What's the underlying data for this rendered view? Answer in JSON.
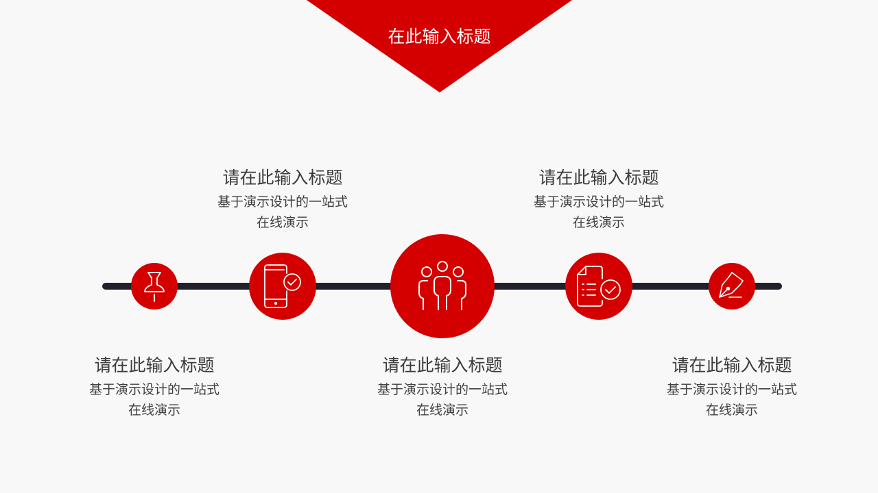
{
  "slide": {
    "title": "在此输入标题",
    "background_color": "#f8f8f8",
    "accent_color": "#d40000",
    "line_color": "#1f2029"
  },
  "timeline": {
    "nodes": [
      {
        "icon": "pushpin-icon",
        "title": "请在此输入标题",
        "desc_line1": "基于演示设计的一站式",
        "desc_line2": "在线演示",
        "caption_position": "below"
      },
      {
        "icon": "phone-check-icon",
        "title": "请在此输入标题",
        "desc_line1": "基于演示设计的一站式",
        "desc_line2": "在线演示",
        "caption_position": "above"
      },
      {
        "icon": "team-icon",
        "title": "请在此输入标题",
        "desc_line1": "基于演示设计的一站式",
        "desc_line2": "在线演示",
        "caption_position": "below"
      },
      {
        "icon": "document-check-icon",
        "title": "请在此输入标题",
        "desc_line1": "基于演示设计的一站式",
        "desc_line2": "在线演示",
        "caption_position": "above"
      },
      {
        "icon": "pen-nib-icon",
        "title": "请在此输入标题",
        "desc_line1": "基于演示设计的一站式",
        "desc_line2": "在线演示",
        "caption_position": "below"
      }
    ]
  }
}
